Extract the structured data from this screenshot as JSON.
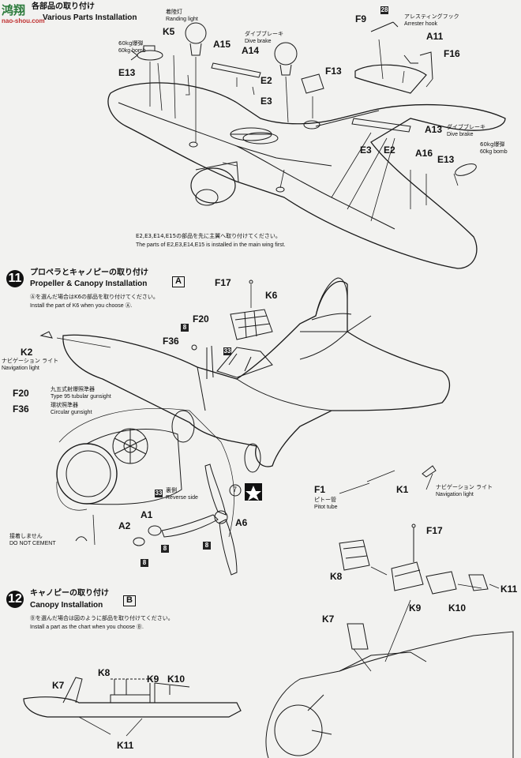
{
  "watermark": {
    "logo": "鸿翔",
    "site": "nao-shou.com"
  },
  "section10": {
    "title_jp": "各部品の取り付け",
    "title_en": "Various Parts Installation",
    "note_jp": "E2,E3,E14,E15の部品を先に主翼へ取り付けてください。",
    "note_en": "The parts of E2,E3,E14,E15 is installed in the main wing first.",
    "labels": {
      "landing_jp": "着陸灯",
      "landing_en": "Randing light",
      "bomb60_jp": "60kg爆弾",
      "bomb60_en": "60kg bomb",
      "dive_jp": "ダイブブレーキ",
      "dive_en": "Dive brake",
      "hook_jp": "アレスティングフック",
      "hook_en": "Arrester hook",
      "dive2_jp": "ダイブブレーキ",
      "dive2_en": "Dive brake",
      "bomb2_jp": "60kg爆弾",
      "bomb2_en": "60kg bomb"
    },
    "parts": {
      "K5": "K5",
      "E13a": "E13",
      "A15": "A15",
      "A14": "A14",
      "E2a": "E2",
      "E3a": "E3",
      "F13": "F13",
      "F9": "F9",
      "A11": "A11",
      "F16": "F16",
      "A13": "A13",
      "E3b": "E3",
      "E2b": "E2",
      "A16": "A16",
      "E13b": "E13",
      "n28": "28"
    }
  },
  "section11": {
    "number": "11",
    "title_jp": "プロペラとキャノピーの取り付け",
    "title_en": "Propeller & Canopy Installation",
    "option": "A",
    "note_jp": "Ⓐを選んだ場合はK6の部品を取り付けてください。",
    "note_en": "Install the part of K6 when you choose Ⓐ.",
    "labels": {
      "nav_jp": "ナビゲーション ライト",
      "nav_en": "Navigation light",
      "gun95_jp": "九五式射爆照準器",
      "gun95_en": "Type 95 tubular gunsight",
      "circ_jp": "環状照準器",
      "circ_en": "Circular gunsight",
      "rev_jp": "裏側",
      "rev_en": "Reverse side",
      "nocement_jp": "接着しません",
      "nocement_en": "DO NOT CEMENT",
      "pitot_jp": "ピトー管",
      "pitot_en": "Pitot tube",
      "nav2_jp": "ナビゲーション ライト",
      "nav2_en": "Navigation light"
    },
    "parts": {
      "F17": "F17",
      "K6": "K6",
      "F20": "F20",
      "F36": "F36",
      "K2": "K2",
      "F20b": "F20",
      "F36b": "F36",
      "A1": "A1",
      "A2": "A2",
      "A6": "A6",
      "F1": "F1",
      "K1": "K1",
      "n8a": "8",
      "n33a": "33",
      "n33b": "33",
      "n7": "7",
      "n8b": "8",
      "n8c": "8",
      "n8d": "8"
    }
  },
  "section12": {
    "number": "12",
    "title_jp": "キャノピーの取り付け",
    "title_en": "Canopy Installation",
    "option": "B",
    "note_jp": "Ⓑを選んだ場合は図のように部品を取り付けてください。",
    "note_en": "Install a part as the chart when you choose Ⓑ.",
    "parts": {
      "F17": "F17",
      "K8": "K8",
      "K9": "K9",
      "K10": "K10",
      "K11": "K11",
      "K7": "K7",
      "K7s": "K7",
      "K8s": "K8",
      "K9s": "K9",
      "K10s": "K10",
      "K11s": "K11"
    }
  }
}
